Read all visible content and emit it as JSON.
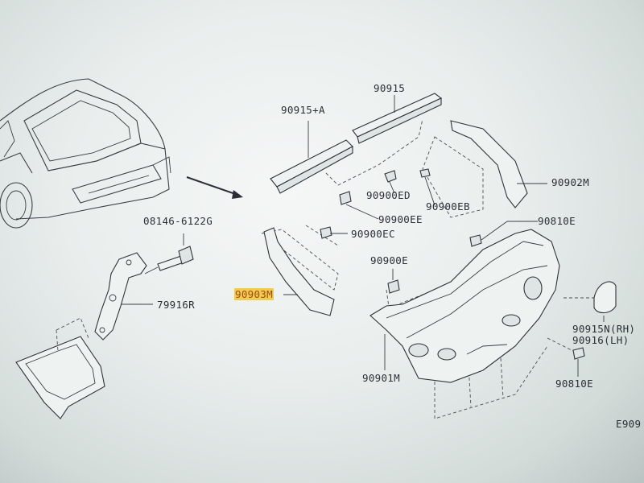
{
  "labels": {
    "p90915": "90915",
    "p90915a": "90915+A",
    "p90902m": "90902M",
    "p90900ed": "90900ED",
    "p90900eb": "90900EB",
    "p90900ee": "90900EE",
    "p08146": "08146-6122G",
    "p90900ec": "90900EC",
    "p90810e_top": "90810E",
    "p90900e": "90900E",
    "p90903m": "90903M",
    "p79916r": "79916R",
    "p90915n_rh": "90915N(RH)",
    "p90916_lh": "90916(LH)",
    "p90901m": "90901M",
    "p90810e_bot": "90810E",
    "ref_code": "E909"
  },
  "colors": {
    "highlight": "#f2cc4a",
    "highlight_text": "#9a4a1e",
    "ink": "#2b2f35"
  }
}
